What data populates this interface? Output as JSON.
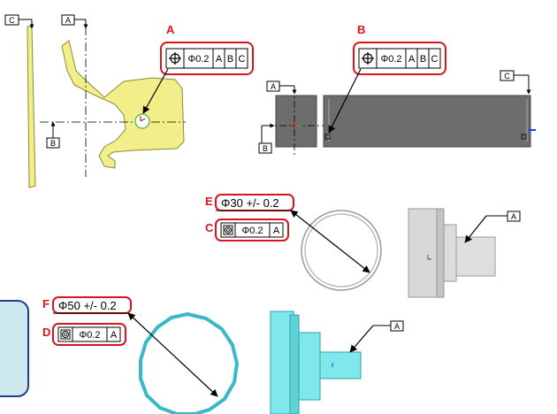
{
  "datums": {
    "a": "A",
    "b": "B",
    "c": "C"
  },
  "callouts": {
    "A": {
      "label": "A",
      "tolerance": "Φ0.2",
      "refs": [
        "A",
        "B",
        "C"
      ]
    },
    "B": {
      "label": "B",
      "tolerance": "Φ0.2",
      "refs": [
        "A",
        "B",
        "C"
      ]
    },
    "C": {
      "label": "C",
      "tolerance": "Φ0.2",
      "refs": [
        "A"
      ],
      "dimension_label": "E",
      "dimension": "Φ30 +/- 0.2"
    },
    "D": {
      "label": "D",
      "tolerance": "Φ0.2",
      "refs": [
        "A"
      ],
      "dimension_label": "F",
      "dimension": "Φ50 +/- 0.2"
    }
  },
  "colors": {
    "callout_red": "#d9141c",
    "yellow_part": "#f2ee8a",
    "grey_part": "#6d6d6d",
    "light_grey": "#d8d8d8",
    "cyan_part": "#7fe8ea",
    "blue_box_border": "#2a3a8c",
    "blue_box_fill": "#cfeaee"
  },
  "icons": {
    "position_symbol": "position-crosshair-icon",
    "concentricity_symbol": "concentricity-icon"
  }
}
